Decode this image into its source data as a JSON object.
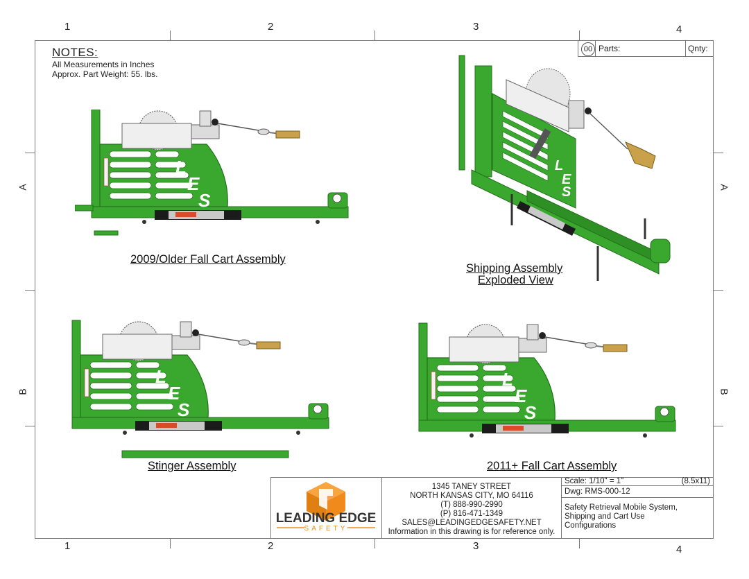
{
  "zones": {
    "columns": [
      "1",
      "2",
      "3",
      "4"
    ],
    "rows": [
      "A",
      "B"
    ]
  },
  "notes": {
    "title": "NOTES:",
    "lines": [
      "All Measurements in Inches",
      "Approx. Part Weight: 55. lbs."
    ]
  },
  "parts_table": {
    "item": "00",
    "parts_label": "Parts:",
    "qty_label": "Qnty:"
  },
  "views": {
    "older_cart": "2009/Older Fall Cart Assembly",
    "shipping_line1": "Shipping Assembly",
    "shipping_line2": "Exploded View",
    "stinger": "Stinger Assembly",
    "new_cart": "2011+ Fall Cart Assembly"
  },
  "logo": {
    "brand": "LEADING EDGE",
    "tagline": "SAFETY",
    "accent_orange": "#f08a1c",
    "accent_dark": "#333333"
  },
  "company": {
    "street": "1345 TANEY STREET",
    "city": "NORTH KANSAS CITY, MO 64116",
    "phone_t": "(T) 888-990-2990",
    "phone_p": "(P) 816-471-1349",
    "email": "SALES@LEADINGEDGESAFETY.NET",
    "disclaimer": "Information in this drawing is for reference only."
  },
  "drawing": {
    "scale": "Scale: 1/10\" = 1\"",
    "paper": "(8.5x11)",
    "dwg": "Dwg: RMS-000-12",
    "title_lines": [
      "Safety Retrieval Mobile System,",
      "Shipping and Cart Use",
      "Configurations"
    ]
  },
  "colors": {
    "cart_green": "#3aa82e",
    "cart_green_dark": "#23701b",
    "steel": "#c9c9c9",
    "cylinder": "#1b1b1b",
    "brass": "#c9a14a"
  },
  "cart_logo_letters": [
    "L",
    "E",
    "S"
  ]
}
